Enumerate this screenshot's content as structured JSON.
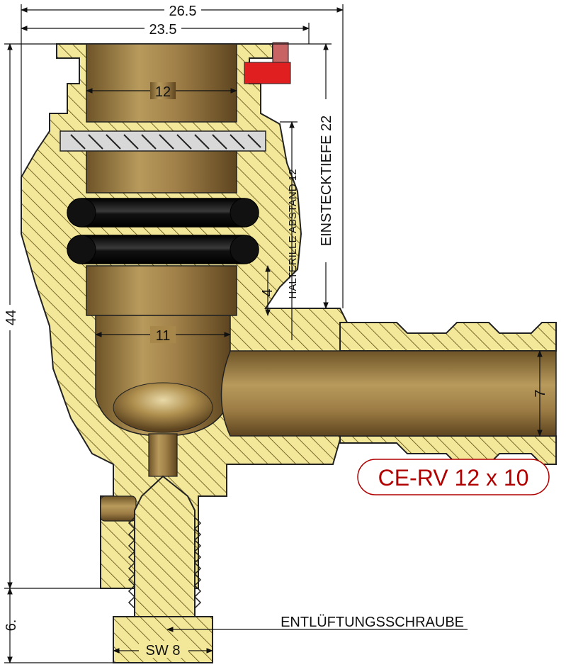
{
  "dimensions": {
    "overall_width": "26.5",
    "inner_width": "23.5",
    "bore_top": "12",
    "bore_bottom": "11",
    "height": "44",
    "insertion_depth": "EINSTECKTIEFE 22",
    "retainer_distance": "HALTERILLE ABSTAND 12",
    "gap": "4",
    "outlet_bore": "7",
    "screw_length": "6.",
    "wrench_size": "SW 8"
  },
  "labels": {
    "screw": "ENTLÜFTUNGSSCHRAUBE",
    "product": "CE-RV 12 x 10"
  },
  "colors": {
    "hatch_fill": "#f3e79a",
    "hatch_line": "#5a4a10",
    "brass": "#a8884a",
    "oring": "#111111",
    "accent_red": "#e02020",
    "label_red": "#b00000"
  }
}
